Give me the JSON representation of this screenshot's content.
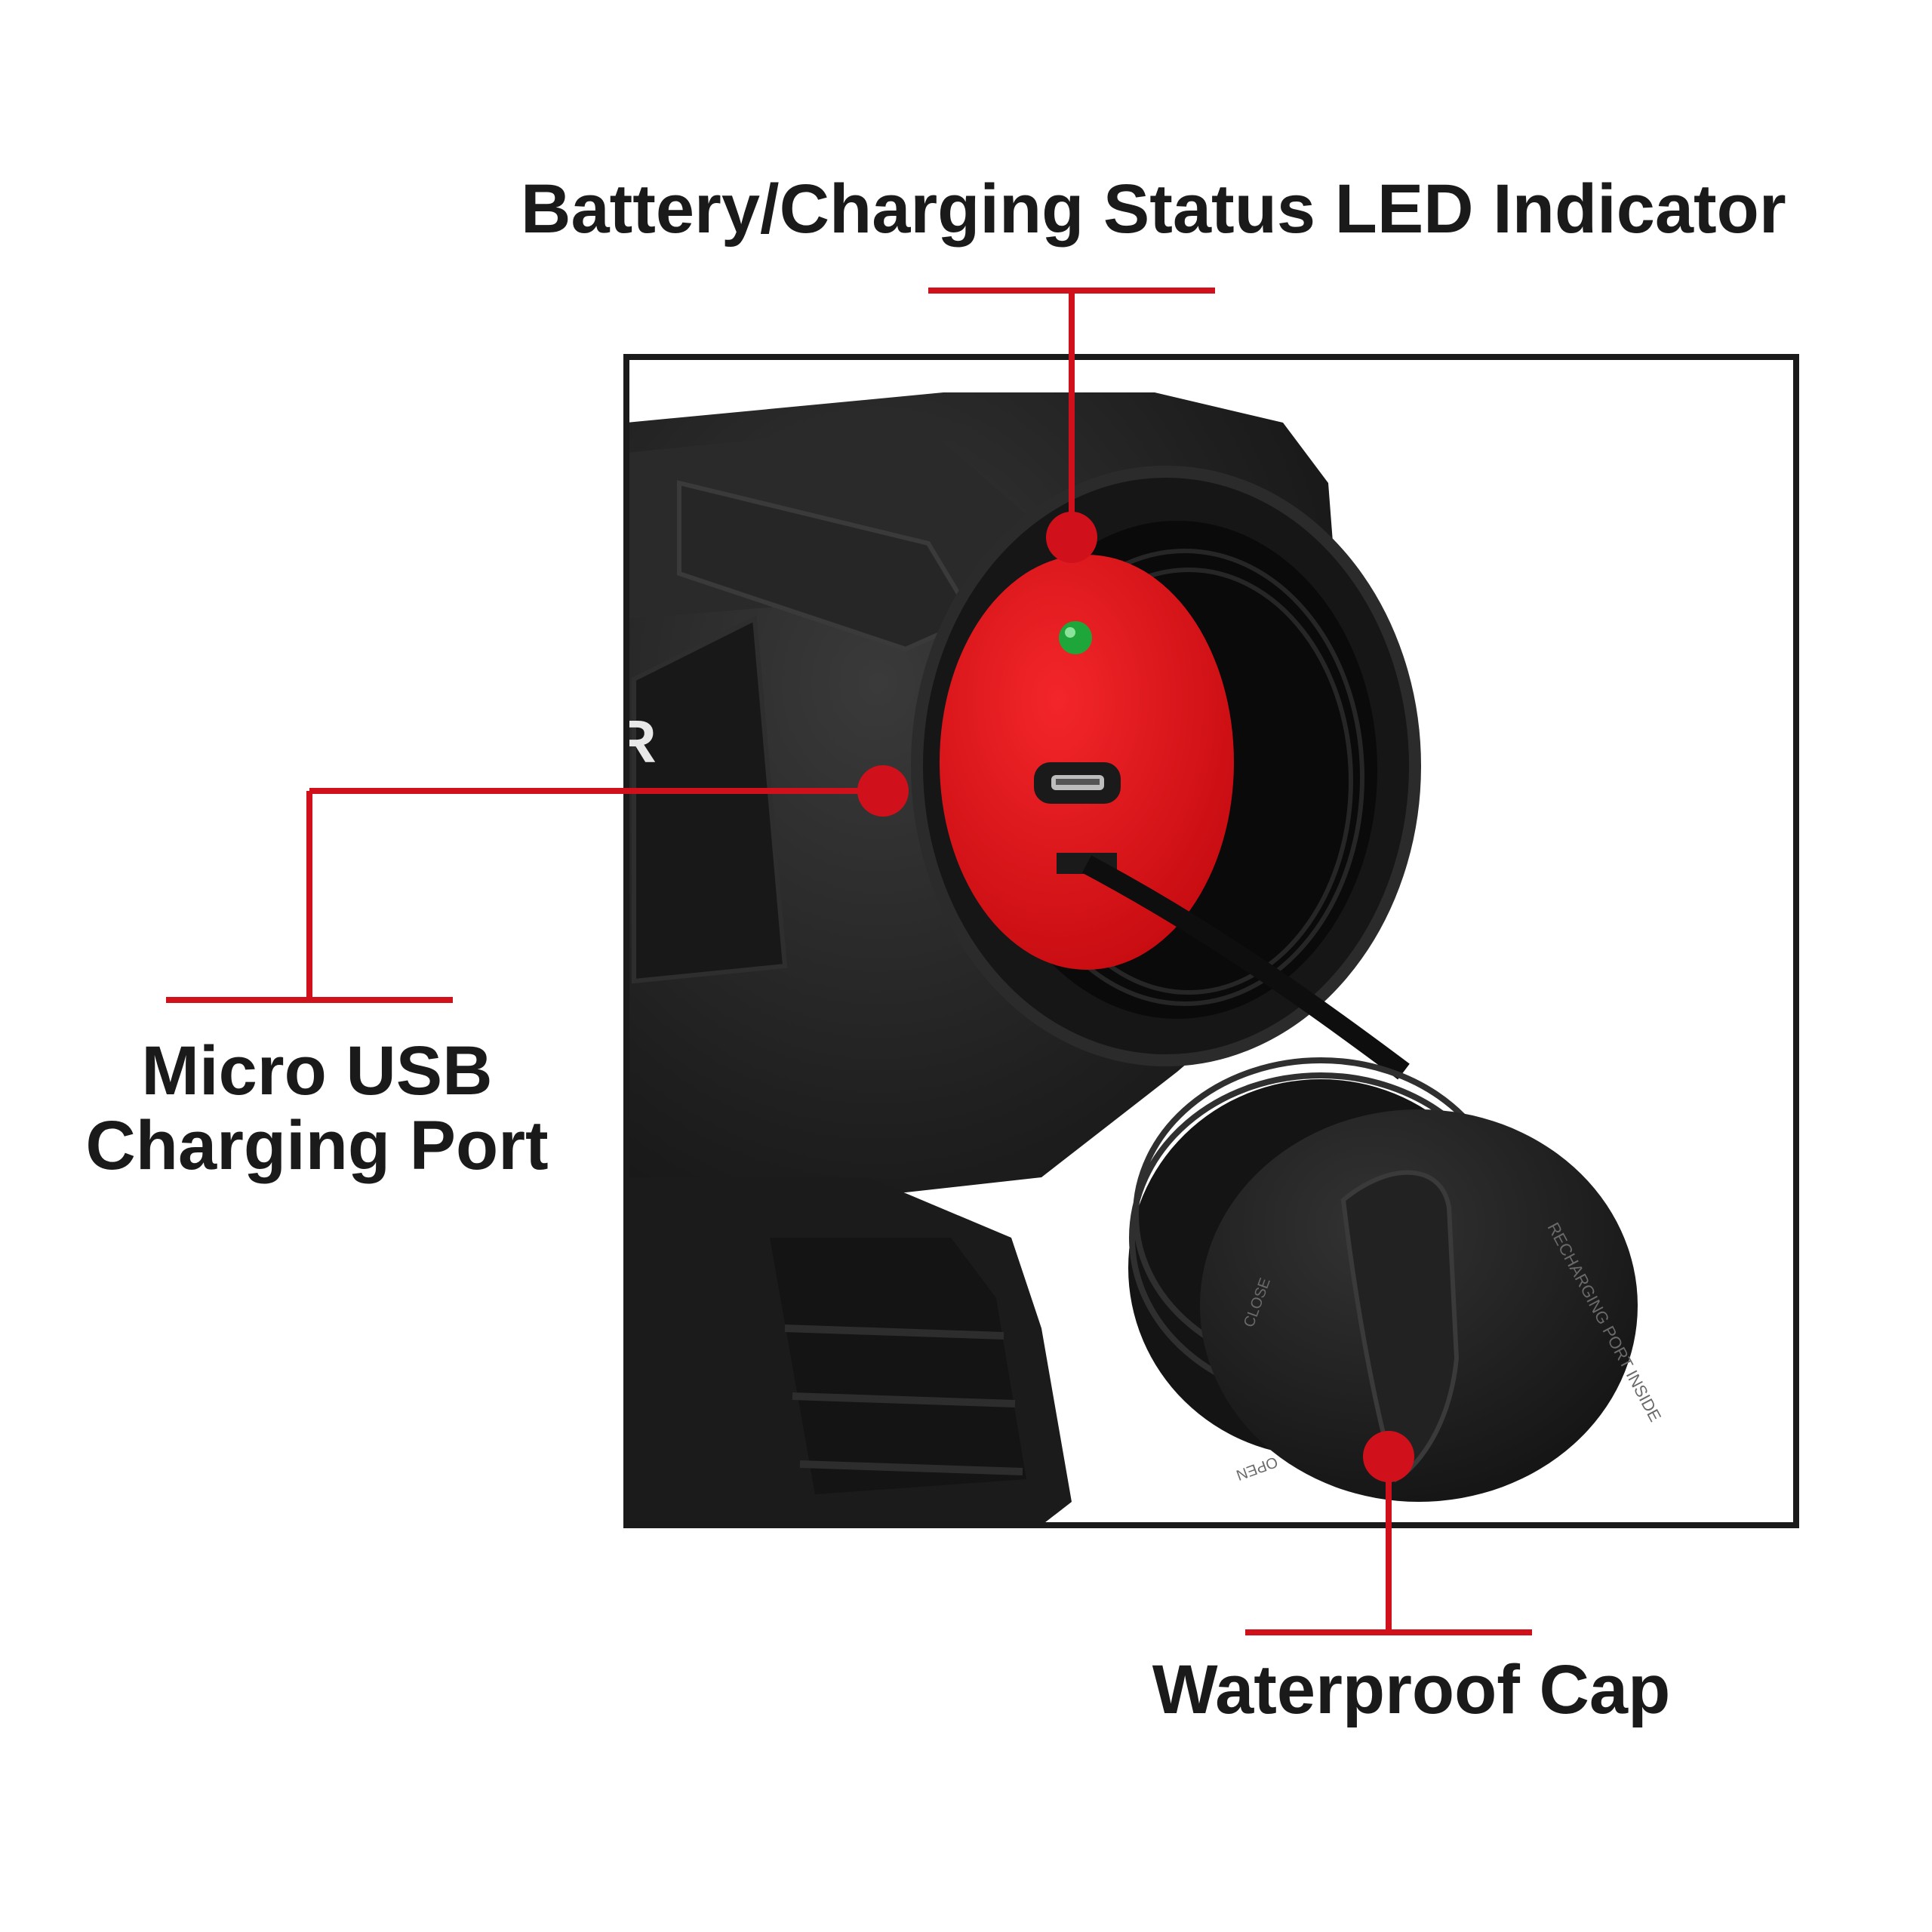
{
  "callouts": {
    "led": {
      "label": "Battery/Charging Status LED Indicator"
    },
    "usb": {
      "line1": "Micro USB",
      "line2": "Charging Port"
    },
    "cap": {
      "label": "Waterproof Cap"
    }
  },
  "cap_markings": {
    "inside": "RECHARGING PORT INSIDE",
    "close": "CLOSE",
    "open": "OPEN"
  },
  "colors": {
    "callout_red": "#d0111b",
    "body_black": "#1c1c1c",
    "port_red": "#e3191c",
    "led_green": "#1fa63a",
    "frame": "#1a1a1a"
  },
  "icons": [
    "led-dot-icon",
    "micro-usb-port-icon"
  ]
}
